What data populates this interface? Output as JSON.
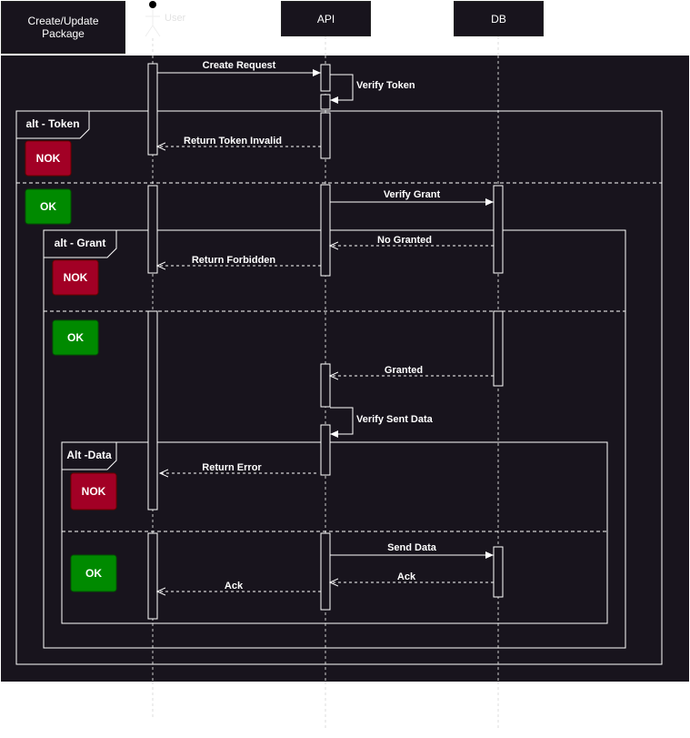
{
  "title": "Create/Update Package",
  "participants": {
    "user": "User",
    "api": "API",
    "db": "DB"
  },
  "colors": {
    "background": "#18141d",
    "line": "#ffffff",
    "nok": "#a20025",
    "ok": "#008a00"
  },
  "messages": {
    "create_request": "Create Request",
    "verify_token": "Verify Token",
    "return_token_invalid": "Return Token Invalid",
    "verify_grant": "Verify Grant",
    "no_granted": "No Granted",
    "return_forbidden": "Return Forbidden",
    "granted": "Granted",
    "verify_sent_data": "Verify Sent Data",
    "return_error": "Return Error",
    "send_data": "Send Data",
    "ack_db": "Ack",
    "ack_user": "Ack"
  },
  "fragments": {
    "token": "alt - Token",
    "grant": "alt - Grant",
    "data": "Alt -Data"
  },
  "badges": {
    "nok": "NOK",
    "ok": "OK"
  }
}
